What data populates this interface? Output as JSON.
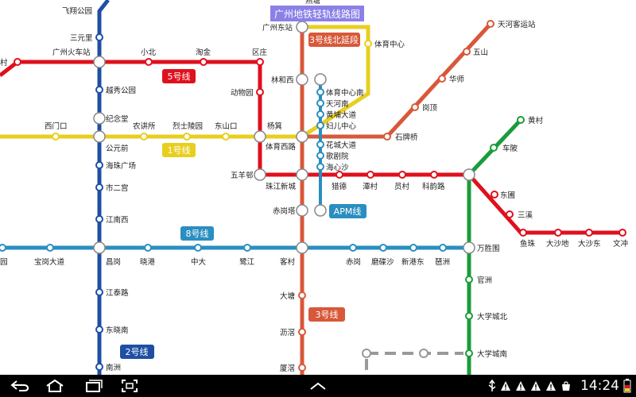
{
  "map": {
    "title": "广州地铁轻轨线路图",
    "lines": {
      "line1": {
        "label": "1号线",
        "color": "#e8cf1e"
      },
      "line2": {
        "label": "2号线",
        "color": "#1f4fa3"
      },
      "line3": {
        "label": "3号线",
        "color": "#d8583a"
      },
      "line3n": {
        "label": "3号线北延段",
        "color": "#d8583a"
      },
      "line4": {
        "label": "",
        "color": "#999999"
      },
      "line5": {
        "label": "5号线",
        "color": "#e0101c"
      },
      "line8": {
        "label": "8号线",
        "color": "#2a8ec0"
      },
      "apm": {
        "label": "APM线",
        "color": "#2a8ec0"
      },
      "line_green": {
        "label": "",
        "color": "#1a9c3a"
      }
    },
    "stations": {
      "feixiang": "飞翔公园",
      "sanyuanli": "三元里",
      "guangzhou_hcz": "广州火车站",
      "yuexiu": "越秀公园",
      "jinian": "纪念堂",
      "gongyuan": "公元前",
      "haizhu": "海珠广场",
      "shiergong": "市二宫",
      "jiangnanxi": "江南西",
      "changgang": "昌岗",
      "jiangtai": "江泰路",
      "dongxiaonan": "东晓南",
      "nanzhou": "南洲",
      "xiaobei": "小北",
      "taojin": "淘金",
      "quzhuang": "区庄",
      "dongwuyuan": "动物园",
      "yangji": "杨箕",
      "wuyangcun": "五羊邨",
      "zhujiang": "珠江新城",
      "liede": "猎德",
      "tancun": "潭村",
      "yuancun": "员村",
      "kehuilu": "科韵路",
      "chebei": "车陂",
      "huangcun": "黄村",
      "dongpu": "东圃",
      "sanxi": "三溪",
      "yuzhu": "鱼珠",
      "dashadi": "大沙地",
      "dashadong": "大沙东",
      "wenchong": "文冲",
      "ximenkou": "西门口",
      "nongjiang": "农讲所",
      "lieshi": "烈士陵园",
      "dongshankou": "东山口",
      "tiyuxi": "体育西路",
      "tiyuzx": "体育中心",
      "tiyuzxn": "体育中心南",
      "tianhenan": "天河南",
      "huangpu": "黄埔大道",
      "funv": "妇儿中心",
      "huacheng": "花城大道",
      "gejuyuan": "歌剧院",
      "haixinsha": "海心沙",
      "guangzhoudong": "广州东站",
      "linhexi": "林和西",
      "shipaiqiao": "石牌桥",
      "gangding": "岗顶",
      "huashi": "华师",
      "wushan": "五山",
      "tianhekeyun": "天河客运站",
      "chigangta": "赤岗塔",
      "kecun": "客村",
      "datang": "大塘",
      "lijiao": "沥滘",
      "xiajiao": "厦滘",
      "baogang": "宝岗大道",
      "xiaogang": "晓港",
      "zhongda": "中大",
      "lujiang": "鹭江",
      "chigang": "赤岗",
      "mogexia": "磨碟沙",
      "xingangdong": "新港东",
      "pazhou": "琶洲",
      "wanshengwei": "万胜围",
      "guanzhou": "官洲",
      "daxuebei": "大学城北",
      "daxuenan": "大学城南",
      "left_edge_1": "村",
      "left_edge_2": "园",
      "top_cut": "燕塘"
    }
  },
  "navbar": {
    "back": "back-icon",
    "home": "home-icon",
    "recents": "recent-apps-icon",
    "screenshot": "screenshot-icon",
    "menu": "chevron-up-icon"
  },
  "status": {
    "time": "14:24"
  }
}
